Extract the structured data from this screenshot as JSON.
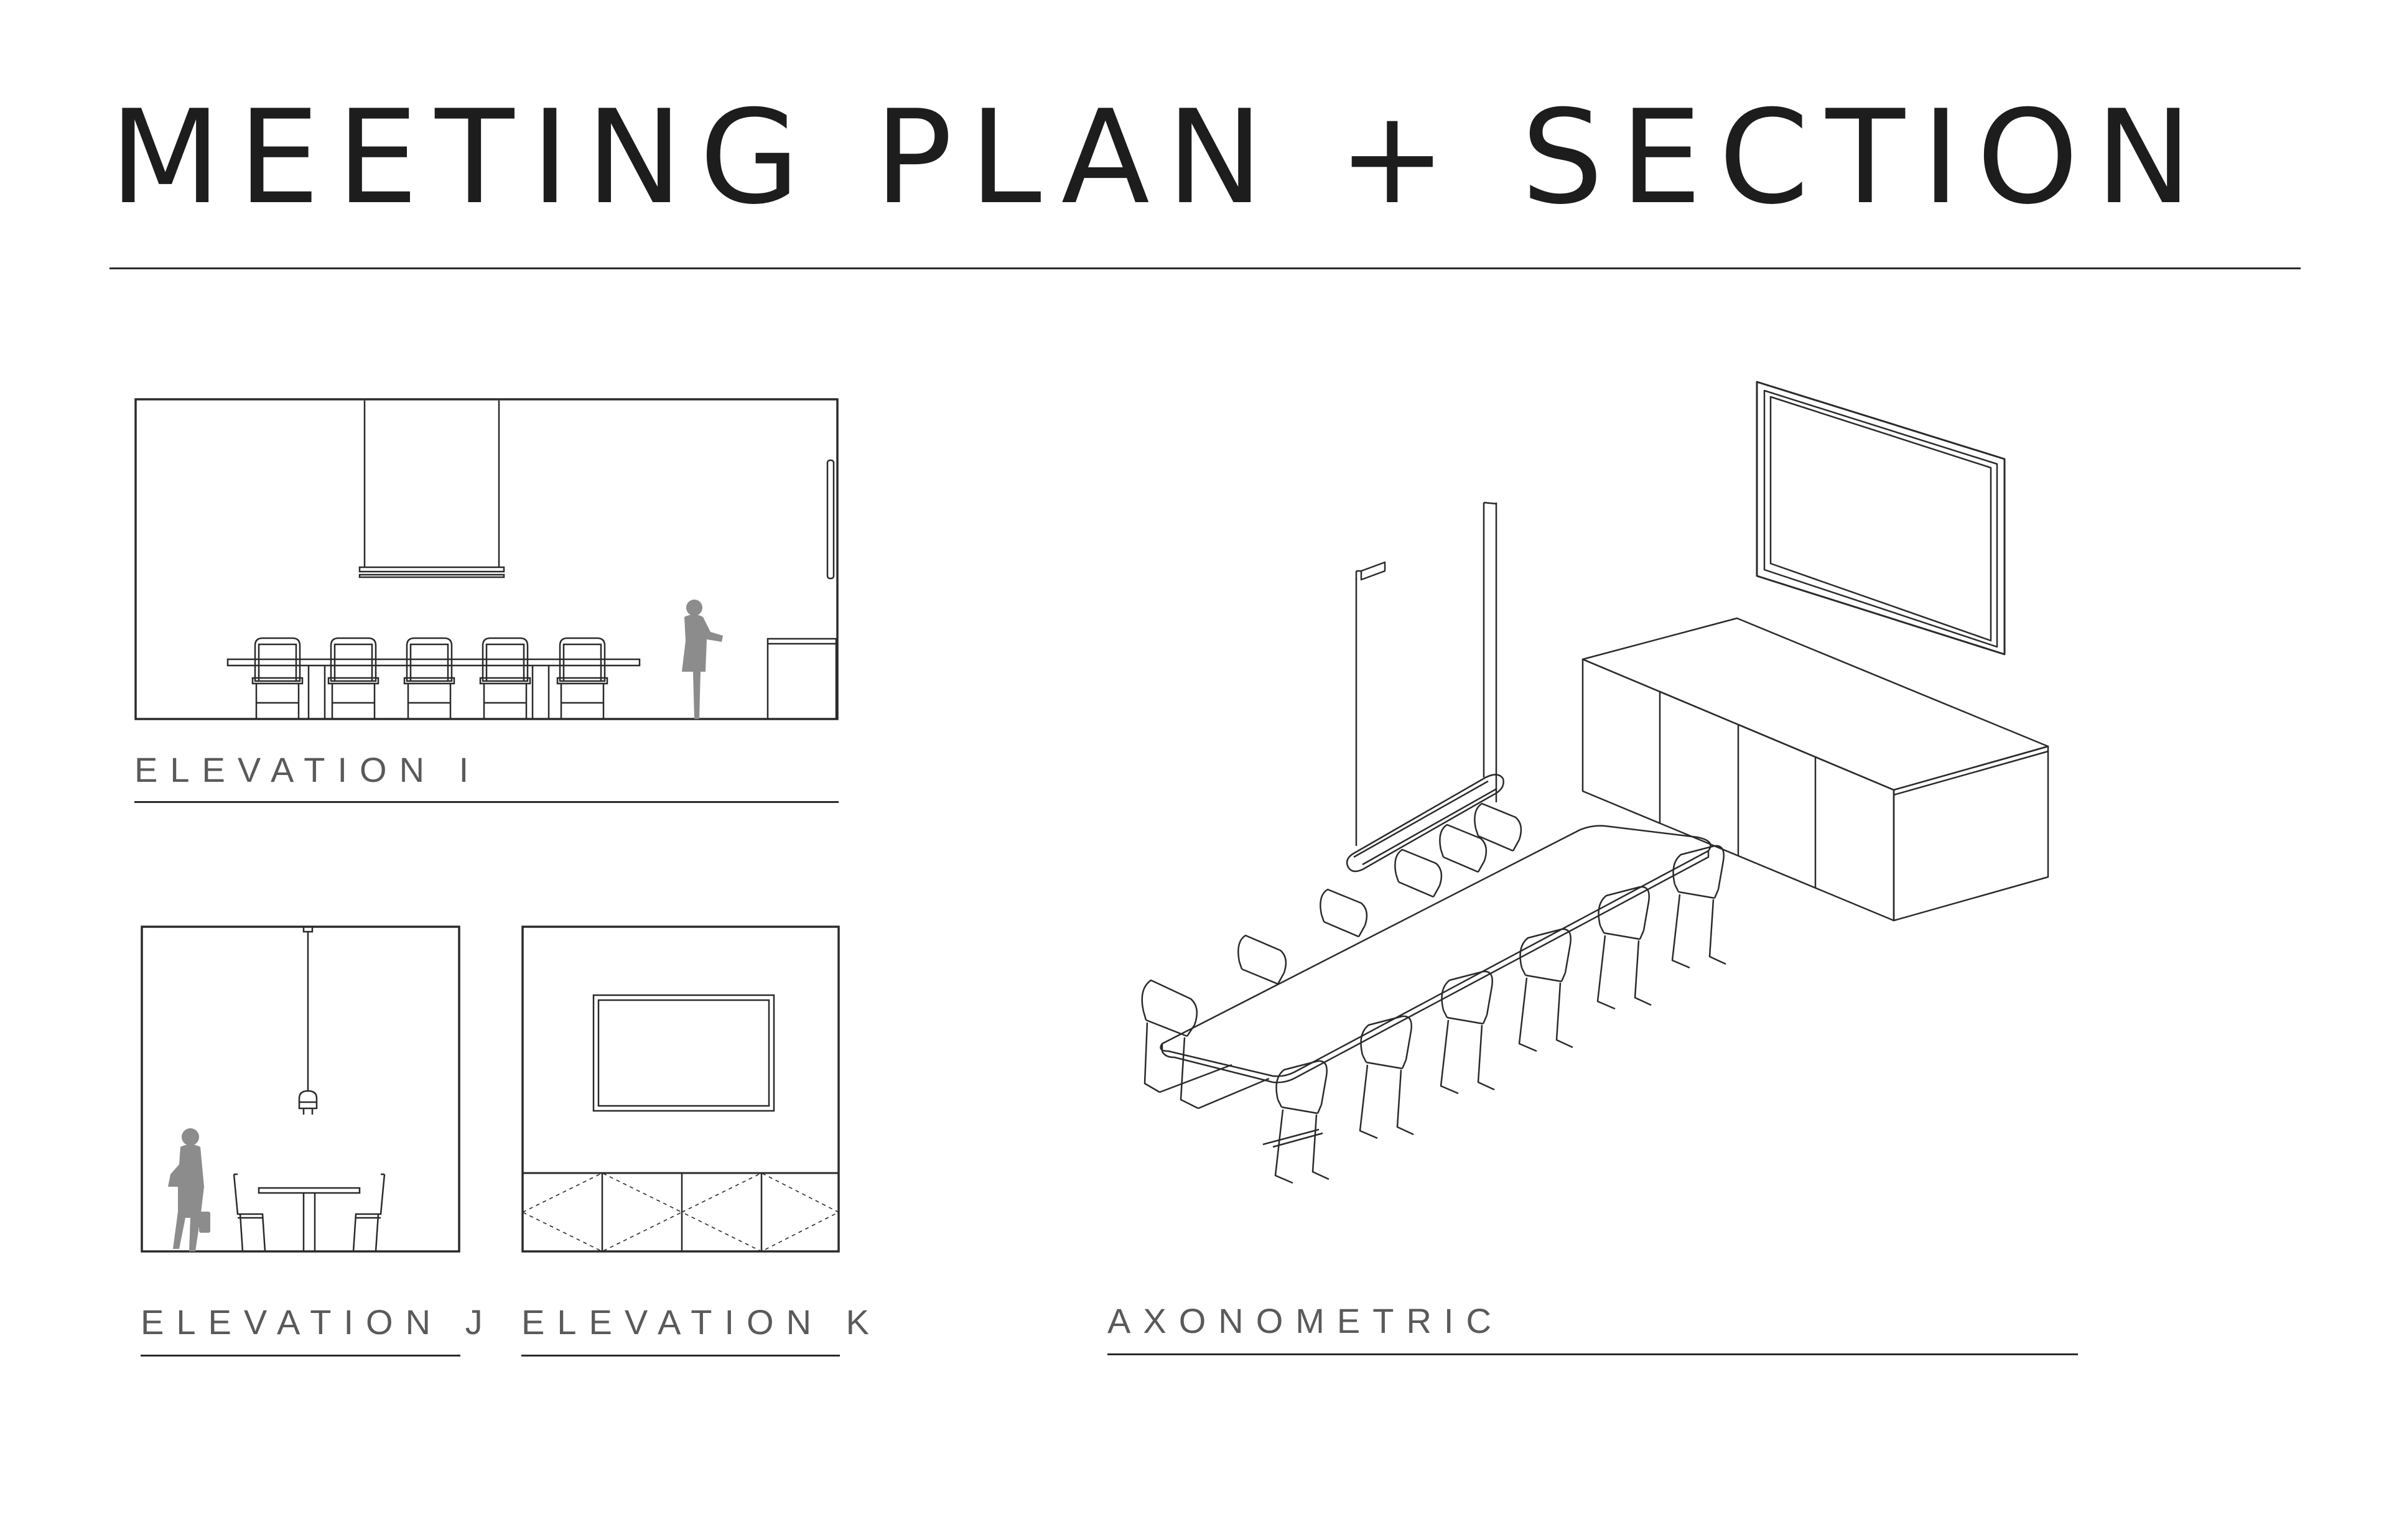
{
  "sheet": {
    "title": "MEETING PLAN + SECTION"
  },
  "drawings": {
    "elevation_i": {
      "label": "ELEVATION I"
    },
    "elevation_j": {
      "label": "ELEVATION J"
    },
    "elevation_k": {
      "label": "ELEVATION K"
    },
    "axonometric": {
      "label": "AXONOMETRIC"
    }
  },
  "colors": {
    "ink": "#1d1d1d",
    "line": "#2a2a2a",
    "label": "#5a5a5a",
    "figure": "#8c8c8c",
    "background": "#ffffff"
  }
}
